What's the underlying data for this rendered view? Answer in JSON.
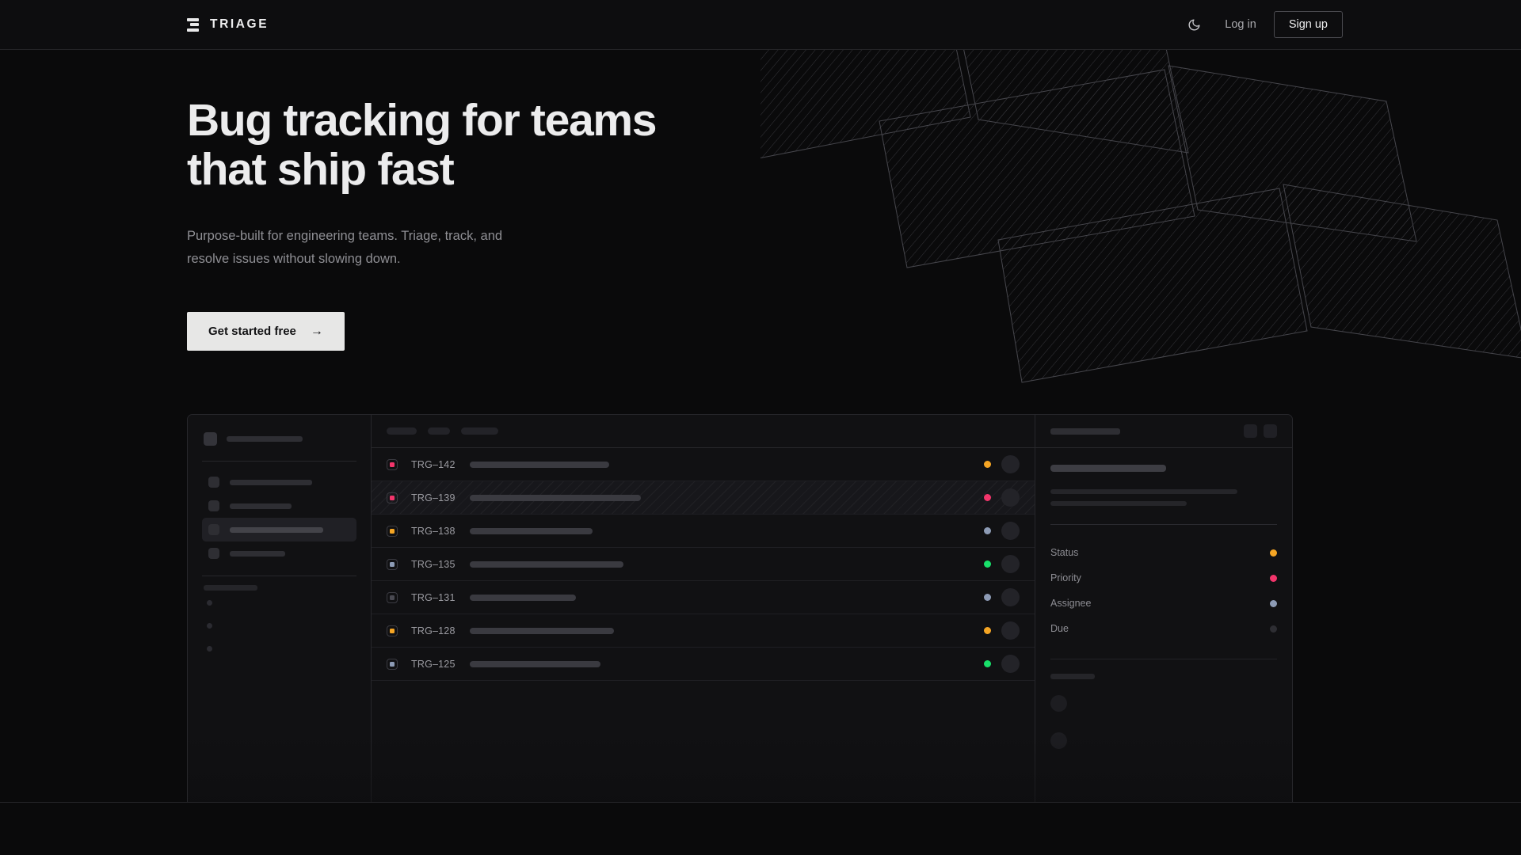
{
  "brand": {
    "name": "TRIAGE",
    "logo_icon": "stacked-bars-icon"
  },
  "nav": {
    "theme_toggle_icon": "moon-icon",
    "login_label": "Log in",
    "signup_label": "Sign up"
  },
  "hero": {
    "title": "Bug tracking for teams\nthat ship fast",
    "subtitle": "Purpose-built for engineering teams. Triage, track, and\nresolve issues without slowing down.",
    "cta_label": "Get started free",
    "cta_arrow": "→",
    "decor_icon": "folded-ribbon-hatch-graphic"
  },
  "colors": {
    "page_bg": "#0a0a0b",
    "nav_bg": "#0d0d0f",
    "panel_bg": "#111113",
    "border": "#27272b",
    "text_primary": "#ececed",
    "text_muted": "#8f8f94",
    "cta_bg": "#e7e7e6",
    "status_orange": "#f5a524",
    "status_pink": "#f2356b",
    "status_slate": "#8d9bb5",
    "status_green": "#18e06a",
    "status_empty": "#2e2e33"
  },
  "app": {
    "sidebar": {
      "workspace_label_width": 96,
      "nav_items": [
        {
          "name": "nav-item-1",
          "width": 104,
          "active": false
        },
        {
          "name": "nav-item-2",
          "width": 78,
          "active": false
        },
        {
          "name": "nav-item-3",
          "width": 118,
          "active": true
        },
        {
          "name": "nav-item-4",
          "width": 70,
          "active": false
        }
      ],
      "section_label_width": 68,
      "mini_items": 3
    },
    "list": {
      "filter_chips": [
        {
          "name": "filter-chip-1",
          "width": 38
        },
        {
          "name": "filter-chip-2",
          "width": 28
        },
        {
          "name": "filter-chip-3",
          "width": 47
        }
      ],
      "rows": [
        {
          "id": "TRG–142",
          "priority_color": "#f2356b",
          "title_width": 176,
          "status_color": "#f5a524",
          "selected": false
        },
        {
          "id": "TRG–139",
          "priority_color": "#f2356b",
          "title_width": 216,
          "status_color": "#f2356b",
          "selected": true
        },
        {
          "id": "TRG–138",
          "priority_color": "#f5a524",
          "title_width": 155,
          "status_color": "#8d9bb5",
          "selected": false
        },
        {
          "id": "TRG–135",
          "priority_color": "#8d9bb5",
          "title_width": 194,
          "status_color": "#18e06a",
          "selected": false
        },
        {
          "id": "TRG–131",
          "priority_color": "#4a4a52",
          "title_width": 134,
          "status_color": "#8d9bb5",
          "selected": false
        },
        {
          "id": "TRG–128",
          "priority_color": "#f5a524",
          "title_width": 182,
          "status_color": "#f5a524",
          "selected": false
        },
        {
          "id": "TRG–125",
          "priority_color": "#8d9bb5",
          "title_width": 165,
          "status_color": "#18e06a",
          "selected": false
        }
      ]
    },
    "detail": {
      "header_actions": [
        {
          "name": "detail-action-1",
          "icon": "square-icon"
        },
        {
          "name": "detail-action-2",
          "icon": "square-icon"
        }
      ],
      "title_width": 146,
      "body_lines": [
        236,
        172
      ],
      "meta": [
        {
          "label": "Status",
          "color": "#f5a524"
        },
        {
          "label": "Priority",
          "color": "#f2356b"
        },
        {
          "label": "Assignee",
          "color": "#8d9bb5"
        },
        {
          "label": "Due",
          "color": "#2e2e33"
        }
      ],
      "comment_count": 2
    }
  }
}
